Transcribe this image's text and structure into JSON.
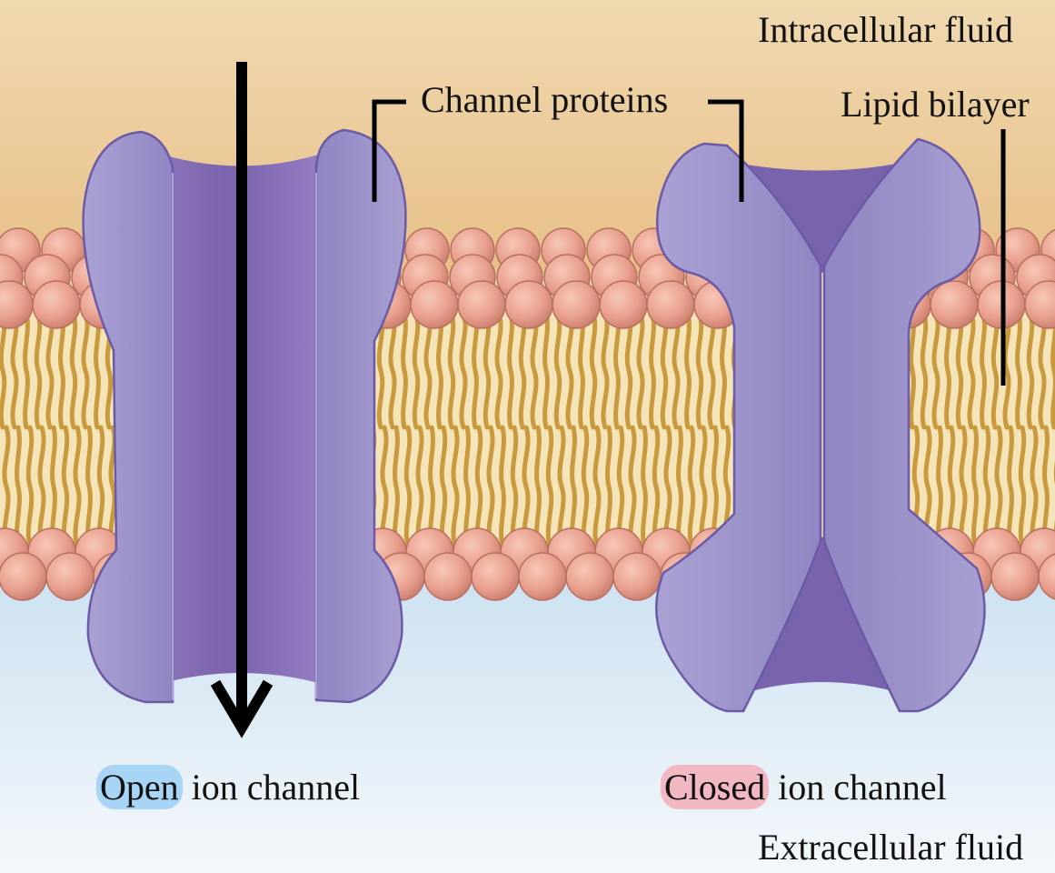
{
  "labels": {
    "intracellular": "Intracellular fluid",
    "extracellular": "Extracellular fluid",
    "channel_proteins": "Channel proteins",
    "lipid_bilayer": "Lipid bilayer",
    "open_word": "Open",
    "open_rest": "ion channel",
    "closed_word": "Closed",
    "closed_rest": "ion channel"
  },
  "colors": {
    "intracellular": "#eccf9f",
    "extracellular": "#e6eff7",
    "protein": "#9a8fc9",
    "protein_dark": "#7a63ad",
    "phospholipid_head": "#e9a08e",
    "tail": "#d4a64a",
    "open_highlight": "#a8d4f5",
    "closed_highlight": "#f1b8c2"
  },
  "icons": [
    "arrow-down-icon",
    "phospholipid-head-icon",
    "channel-protein-icon"
  ]
}
